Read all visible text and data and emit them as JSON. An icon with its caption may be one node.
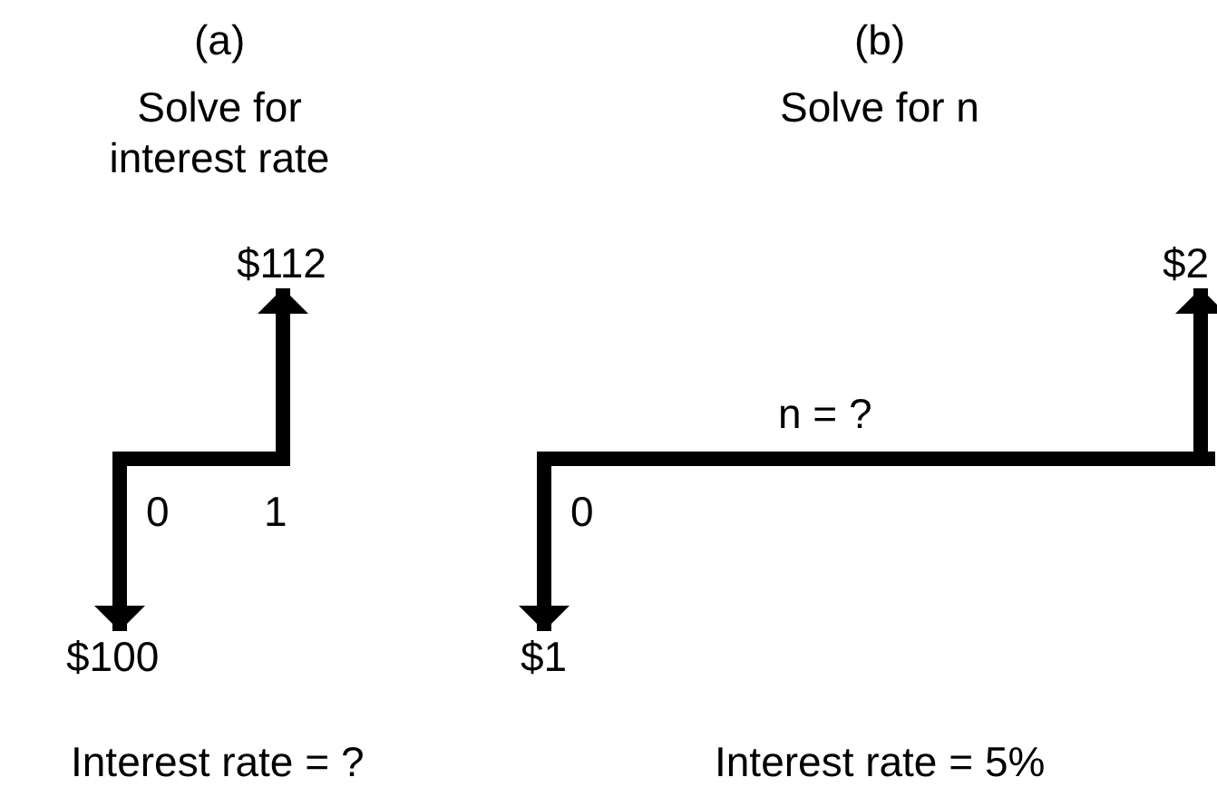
{
  "diagram": {
    "nodes": [
      {
        "text": [
          "$112"
        ]
      },
      {
        "text": [
          "$100"
        ]
      },
      {
        "text": [
          "$2"
        ]
      },
      {
        "text": [
          "$1"
        ]
      }
    ],
    "edges": [
      {
        "from": null,
        "to": 0,
        "arrow": "to"
      },
      {
        "from": null,
        "to": 1,
        "arrow": "to"
      },
      {
        "from": null,
        "to": 2,
        "arrow": "to"
      },
      {
        "from": null,
        "to": 3,
        "arrow": "to"
      }
    ],
    "labels": [
      "(a)",
      "Solve for interest rate",
      "(b)",
      "Solve for n",
      "n = ?",
      "0",
      "1",
      "0",
      "Interest rate = ?",
      "Interest rate = 5%"
    ]
  }
}
